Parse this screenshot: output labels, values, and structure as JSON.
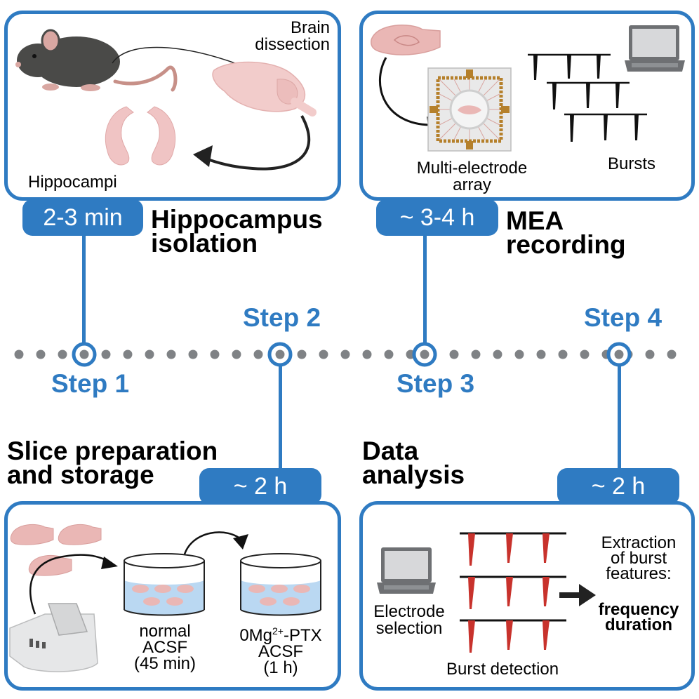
{
  "colors": {
    "accent": "#2f7bc2",
    "dot": "#7f8285",
    "burst_red": "#c8322c",
    "tissue": "#f0c4c4"
  },
  "steps": [
    {
      "label": "Step 1",
      "duration": "2-3 min",
      "title_line1": "Hippocampus",
      "title_line2": "isolation"
    },
    {
      "label": "Step 2",
      "duration": "~ 2 h",
      "title_line1": "Slice preparation",
      "title_line2": "and storage"
    },
    {
      "label": "Step 3",
      "duration": "~ 3-4 h",
      "title_line1": "MEA",
      "title_line2": "recording"
    },
    {
      "label": "Step 4",
      "duration": "~ 2 h",
      "title_line1": "Data",
      "title_line2": "analysis"
    }
  ],
  "panel1": {
    "brain_label_line1": "Brain",
    "brain_label_line2": "dissection",
    "hippocampi_label": "Hippocampi",
    "icons": [
      "mouse-icon",
      "brain-icon",
      "hippocampi-icon"
    ]
  },
  "panel2": {
    "normal_line1": "normal",
    "normal_line2": "ACSF",
    "normal_line3": "(45 min)",
    "ptx_line1_pre": "0Mg",
    "ptx_sup": "2+",
    "ptx_line1_post": "-PTX",
    "ptx_line2": "ACSF",
    "ptx_line3": "(1 h)",
    "icons": [
      "brain-slice-icon",
      "vibratome-icon",
      "petri-dish-icon"
    ]
  },
  "panel3": {
    "mea_line1": "Multi-electrode",
    "mea_line2": "array",
    "bursts_label": "Bursts",
    "icons": [
      "mea-chip-icon",
      "laptop-icon",
      "burst-trace-icon"
    ]
  },
  "panel4": {
    "electrode_line1": "Electrode",
    "electrode_line2": "selection",
    "burst_detection": "Burst detection",
    "extract_line1": "Extraction",
    "extract_line2": "of burst",
    "extract_line3": "features:",
    "feature1": "frequency",
    "feature2": "duration",
    "icons": [
      "laptop-icon",
      "burst-trace-icon",
      "arrow-right-icon"
    ]
  }
}
